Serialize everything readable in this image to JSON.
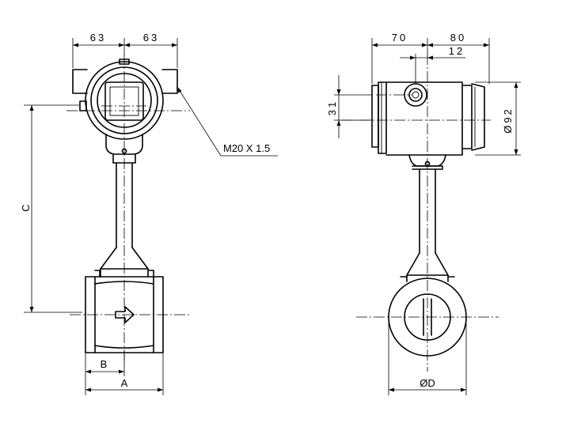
{
  "dimensions": {
    "front_width_left": "63",
    "front_width_right": "63",
    "thread": "M20 X 1.5",
    "height": "C",
    "flange_half": "B",
    "flange_width": "A",
    "side_width_left": "70",
    "side_width_right": "80",
    "offset": "12",
    "vertical_offset": "31",
    "housing_diameter": "Ø92",
    "pipe_diameter": "ØD"
  }
}
